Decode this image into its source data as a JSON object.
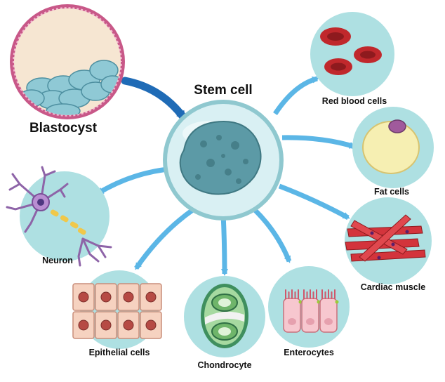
{
  "diagram": {
    "center": {
      "label": "Stem cell",
      "icon": "stem-cell-icon"
    },
    "source": {
      "label": "Blastocyst",
      "icon": "blastocyst-icon"
    },
    "targets": [
      {
        "key": "red-blood-cells",
        "label": "Red blood cells",
        "icon": "red-blood-cells-icon"
      },
      {
        "key": "fat-cells",
        "label": "Fat cells",
        "icon": "fat-cell-icon"
      },
      {
        "key": "cardiac-muscle",
        "label": "Cardiac muscle",
        "icon": "cardiac-muscle-icon"
      },
      {
        "key": "enterocytes",
        "label": "Enterocytes",
        "icon": "enterocytes-icon"
      },
      {
        "key": "chondrocyte",
        "label": "Chondrocyte",
        "icon": "chondrocyte-icon"
      },
      {
        "key": "epithelial-cells",
        "label": "Epithelial cells",
        "icon": "epithelial-cells-icon"
      },
      {
        "key": "neuron",
        "label": "Neuron",
        "icon": "neuron-icon"
      }
    ],
    "colors": {
      "circle_fill": "#aee0e2",
      "arrow": "#5bb6e6",
      "arrow_dark": "#1f6bb6",
      "stem_outer": "#d9f0f3",
      "stem_nucleus": "#5c9aa6",
      "rbc": "#c0282c",
      "fat": "#f6efb2",
      "fat_nucleus": "#a05a9c",
      "muscle": "#d3343c",
      "blastocyst_rim": "#c85888",
      "blastocyst_inner": "#f6e6d2",
      "epithelial": "#f6d2c0",
      "epithelial_nucleus": "#b64a44"
    }
  }
}
